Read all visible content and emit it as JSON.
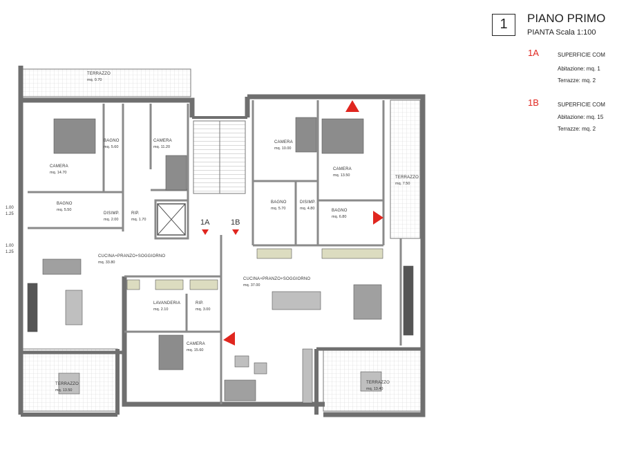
{
  "header": {
    "sheet_number": "1",
    "title": "PIANO PRIMO",
    "subtitle": "PIANTA Scala 1:100"
  },
  "legend": [
    {
      "id": "1A",
      "heading": "SUPERFICIE COM",
      "abitazione": "Abitazione:  mq.  1",
      "terrazze": "Terrazze:     mq.  2"
    },
    {
      "id": "1B",
      "heading": "SUPERFICIE COM",
      "abitazione": "Abitazione:  mq. 15",
      "terrazze": "Terrazze:     mq.  2"
    }
  ],
  "units": {
    "a": "1A",
    "b": "1B"
  },
  "rooms": {
    "terrazzo_top": {
      "name": "TERRAZZO",
      "area": "mq. 0.70"
    },
    "camera_a1": {
      "name": "CAMERA",
      "area": "mq. 14.70"
    },
    "bagno_a1": {
      "name": "BAGNO",
      "area": "mq. 5.60"
    },
    "camera_a2": {
      "name": "CAMERA",
      "area": "mq. 11.20"
    },
    "bagno_a2": {
      "name": "BAGNO",
      "area": "mq. 5.50"
    },
    "disimp_a": {
      "name": "DISIMP.",
      "area": "mq. 2.00"
    },
    "rip_a": {
      "name": "RIP.",
      "area": "mq. 1.70"
    },
    "cucina_a": {
      "name": "CUCINA+PRANZO+SOGGIORNO",
      "area": "mq. 33.80"
    },
    "terrazzo_a": {
      "name": "TERRAZZO",
      "area": "mq. 13.50"
    },
    "camera_b1": {
      "name": "CAMERA",
      "area": "mq. 10.00"
    },
    "camera_b2": {
      "name": "CAMERA",
      "area": "mq. 13.50"
    },
    "terrazzo_right": {
      "name": "TERRAZZO",
      "area": "mq. 7.50"
    },
    "bagno_b1": {
      "name": "BAGNO",
      "area": "mq. 5.70"
    },
    "disimp_b": {
      "name": "DISIMP.",
      "area": "mq. 4.80"
    },
    "bagno_b2": {
      "name": "BAGNO",
      "area": "mq. 6.80"
    },
    "cucina_b": {
      "name": "CUCINA+PRANZO+SOGGIORNO",
      "area": "mq. 37.00"
    },
    "lavanderia": {
      "name": "LAVANDERIA",
      "area": "mq. 2.10"
    },
    "rip_b": {
      "name": "RIP.",
      "area": "mq. 3.00"
    },
    "camera_b3": {
      "name": "CAMERA",
      "area": "mq. 15.60"
    },
    "terrazzo_b": {
      "name": "TERRAZZO",
      "area": "mq. 13.40"
    }
  },
  "elevations": [
    {
      "top": "1.00",
      "bottom": "1.25"
    },
    {
      "top": "1.00",
      "bottom": "1.25"
    }
  ],
  "colors": {
    "wall": "#6f6f6f",
    "wall_light": "#a8a8a8",
    "marker": "#e0261f",
    "floor": "#ffffff",
    "furniture": "#8c8c8c"
  }
}
